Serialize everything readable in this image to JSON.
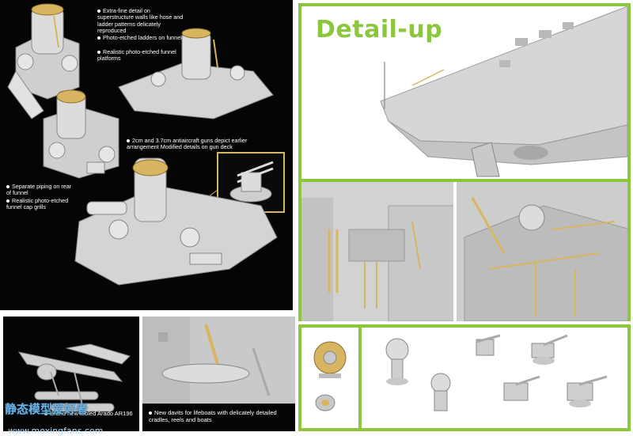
{
  "features": {
    "bullets_top": [
      "Extra-fine detail on superstructure walls like hose and ladder patterns delicately reproduced",
      "Photo-etched ladders on funnel",
      "Realistic photo-etched funnel platforms"
    ],
    "bullet_guns": "2cm and 3.7cm antiaircraft guns depict earlier arrangement Modified details on gun deck",
    "bullets_funnel": [
      "Separate piping on rear of funnel",
      "Realistic photo-etched funnel cap grills"
    ]
  },
  "detail_title": "Detail-up",
  "captions": {
    "arado": "Brand new tooled Arado AR196",
    "davits": "New davits for lifeboats with delicately detailed cradles, reels and boats"
  },
  "watermark": {
    "cn": "静态模型爱好者",
    "url": "www.moxingfans.com"
  },
  "colors": {
    "accent": "#8cc63f",
    "panel_bg": "#050505",
    "model_grey": "#cfcfcf",
    "photo_etch": "#d8b560"
  }
}
